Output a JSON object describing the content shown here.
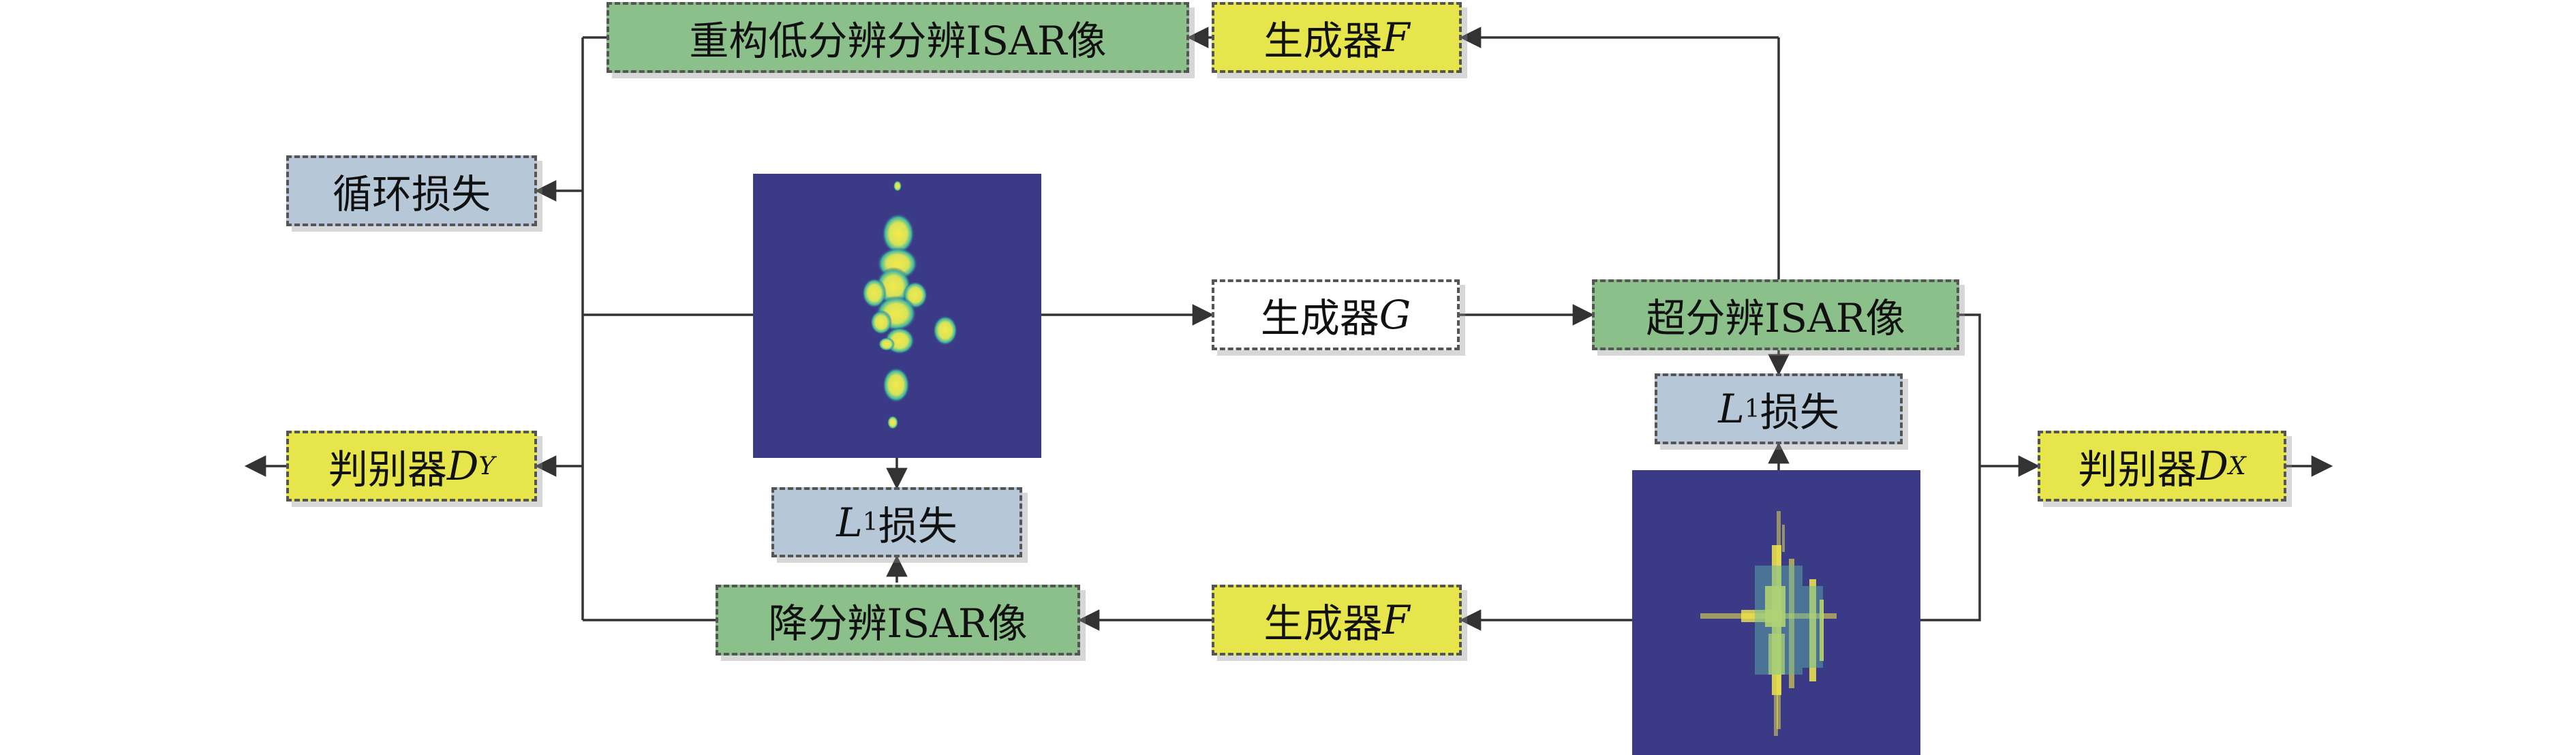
{
  "boxes": {
    "reconstructed_lr": "重构低分辨分辨ISAR像",
    "generator_f_top": "生成器",
    "generator_f_top_var": "F",
    "cycle_loss": "循环损失",
    "generator_g": "生成器",
    "generator_g_var": "G",
    "super_res": "超分辨ISAR像",
    "l1_loss_right_var": "L",
    "l1_loss_right_sub": "1",
    "l1_loss_right": "损失",
    "discriminator_y": "判别器",
    "discriminator_y_var": "D",
    "discriminator_y_sub": "Y",
    "l1_loss_left_var": "L",
    "l1_loss_left_sub": "1",
    "l1_loss_left": "损失",
    "discriminator_x": "判别器",
    "discriminator_x_var": "D",
    "discriminator_x_sub": "X",
    "degraded": "降分辨ISAR像",
    "generator_f_bottom": "生成器",
    "generator_f_bottom_var": "F"
  },
  "colors": {
    "green": "#8cc08a",
    "yellow": "#e6e64c",
    "blue": "#b6c8d8",
    "image_bg": "#3b3a86",
    "blob": "#f2e84a",
    "line": "#333333"
  },
  "images": {
    "left_image": "low-resolution ISAR image",
    "right_image": "high-resolution ISAR image"
  }
}
